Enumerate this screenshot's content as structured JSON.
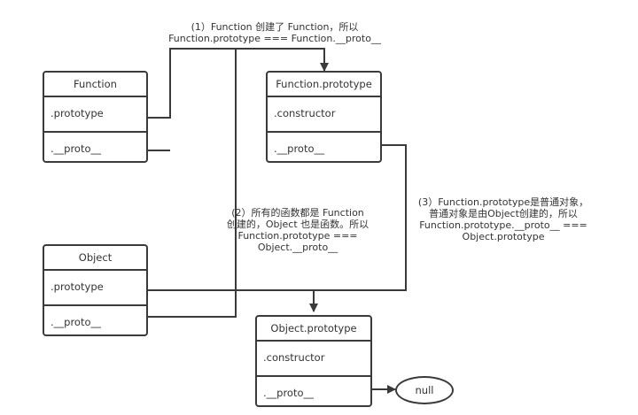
{
  "diagram": {
    "boxes": {
      "function": {
        "title": "Function",
        "rows": [
          ".prototype",
          ".__proto__"
        ]
      },
      "function_prototype": {
        "title": "Function.prototype",
        "rows": [
          ".constructor",
          ".__proto__"
        ]
      },
      "object": {
        "title": "Object",
        "rows": [
          ".prototype",
          ".__proto__"
        ]
      },
      "object_prototype": {
        "title": "Object.prototype",
        "rows": [
          ".constructor",
          ".__proto__"
        ]
      }
    },
    "null_node": "null",
    "notes": {
      "note1": [
        "(1）Function 创建了 Function，所以",
        "Function.prototype === Function.__proto__"
      ],
      "note2": [
        "(2）所有的函数都是 Function",
        "创建的，Object 也是函数。所以",
        "Function.prototype ===",
        "Object.__proto__"
      ],
      "note3": [
        "(3）Function.prototype是普通对象，",
        "普通对象是由Object创建的，所以",
        "Function.prototype.__proto__ ===",
        "Object.prototype"
      ]
    },
    "colors": {
      "line": "#3a3a3a",
      "text": "#333333",
      "background": "#ffffff"
    }
  }
}
